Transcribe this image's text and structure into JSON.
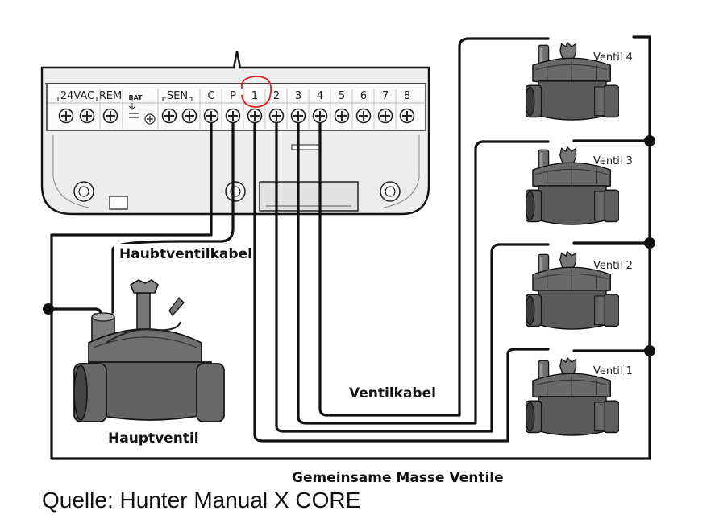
{
  "controller": {
    "terminals": {
      "ac": "24VAC",
      "rem": "REM",
      "bat": "BAT",
      "sen": "SEN",
      "c": "C",
      "p": "P",
      "t1": "1",
      "t2": "2",
      "t3": "3",
      "t4": "4",
      "t5": "5",
      "t6": "6",
      "t7": "7",
      "t8": "8"
    }
  },
  "labels": {
    "main_valve_cable": "Haubtventilkabel",
    "main_valve": "Hauptventil",
    "valve_cable": "Ventilkabel",
    "common_ground": "Gemeinsame Masse Ventile"
  },
  "valves": [
    "Ventil 4",
    "Ventil 3",
    "Ventil 2",
    "Ventil 1"
  ],
  "caption": "Quelle: Hunter Manual X CORE",
  "colors": {
    "highlight_circle": "#e02020",
    "wire": "#111111",
    "valve_body": "#555555",
    "housing": "#eeeeee"
  }
}
